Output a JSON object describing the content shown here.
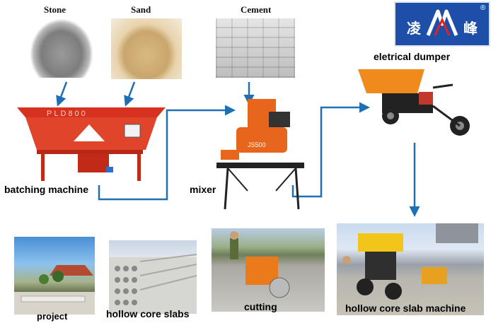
{
  "inputs": {
    "stone": "Stone",
    "sand": "Sand",
    "cement": "Cement"
  },
  "machines": {
    "batching": "batching machine",
    "batching_plate": "PLD800",
    "mixer": "mixer",
    "mixer_plate": "JS500",
    "dumper": "eletrical dumper"
  },
  "logo": {
    "text_left": "凌",
    "text_right": "峰",
    "mark": "®"
  },
  "outputs": {
    "project": "project",
    "slabs": "hollow core slabs",
    "cutting": "cutting",
    "machine": "hollow core slab machine"
  },
  "colors": {
    "arrow": "#1f6fb5",
    "machine_red": "#d7321f",
    "mixer_orange": "#e8661c",
    "dumper_orange": "#f08a1c",
    "logo_blue": "#1d4fa8"
  }
}
